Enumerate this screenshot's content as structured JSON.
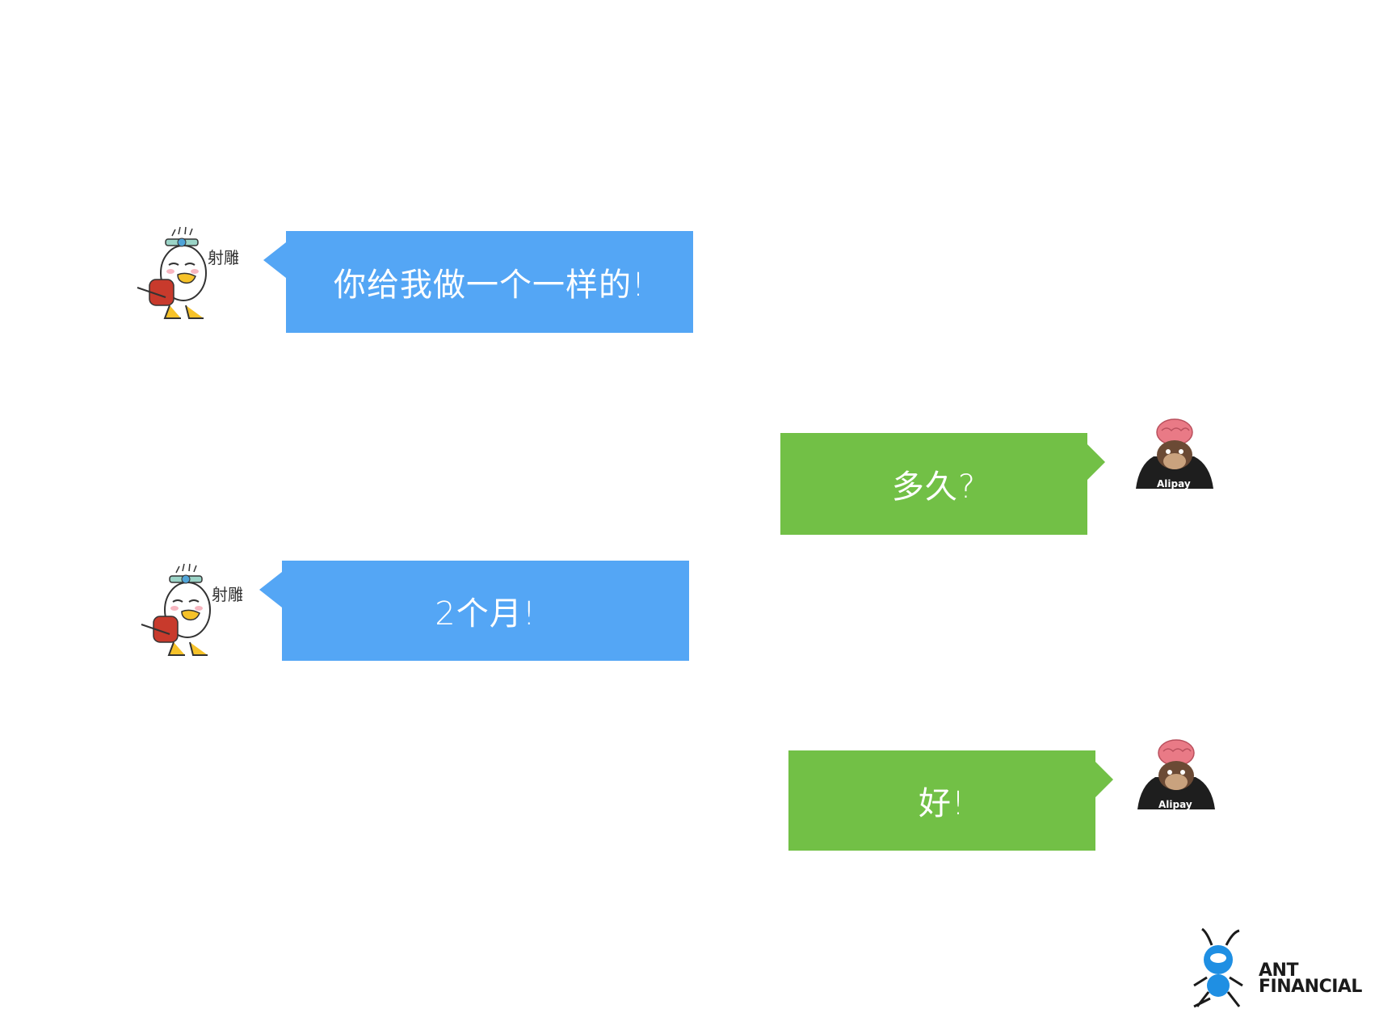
{
  "messages": [
    {
      "side": "left",
      "text": "你给我做一个一样的!"
    },
    {
      "side": "right",
      "text": "多久?"
    },
    {
      "side": "left",
      "text": "2个月!"
    },
    {
      "side": "right",
      "text": "好!"
    }
  ],
  "avatars": {
    "left": {
      "badge": "射雕"
    },
    "right": {
      "badge": "Alipay"
    }
  },
  "logo": {
    "line1": "ANT",
    "line2": "FINANCIAL"
  },
  "colors": {
    "left_bubble": "#54a6f5",
    "right_bubble": "#72c046"
  }
}
